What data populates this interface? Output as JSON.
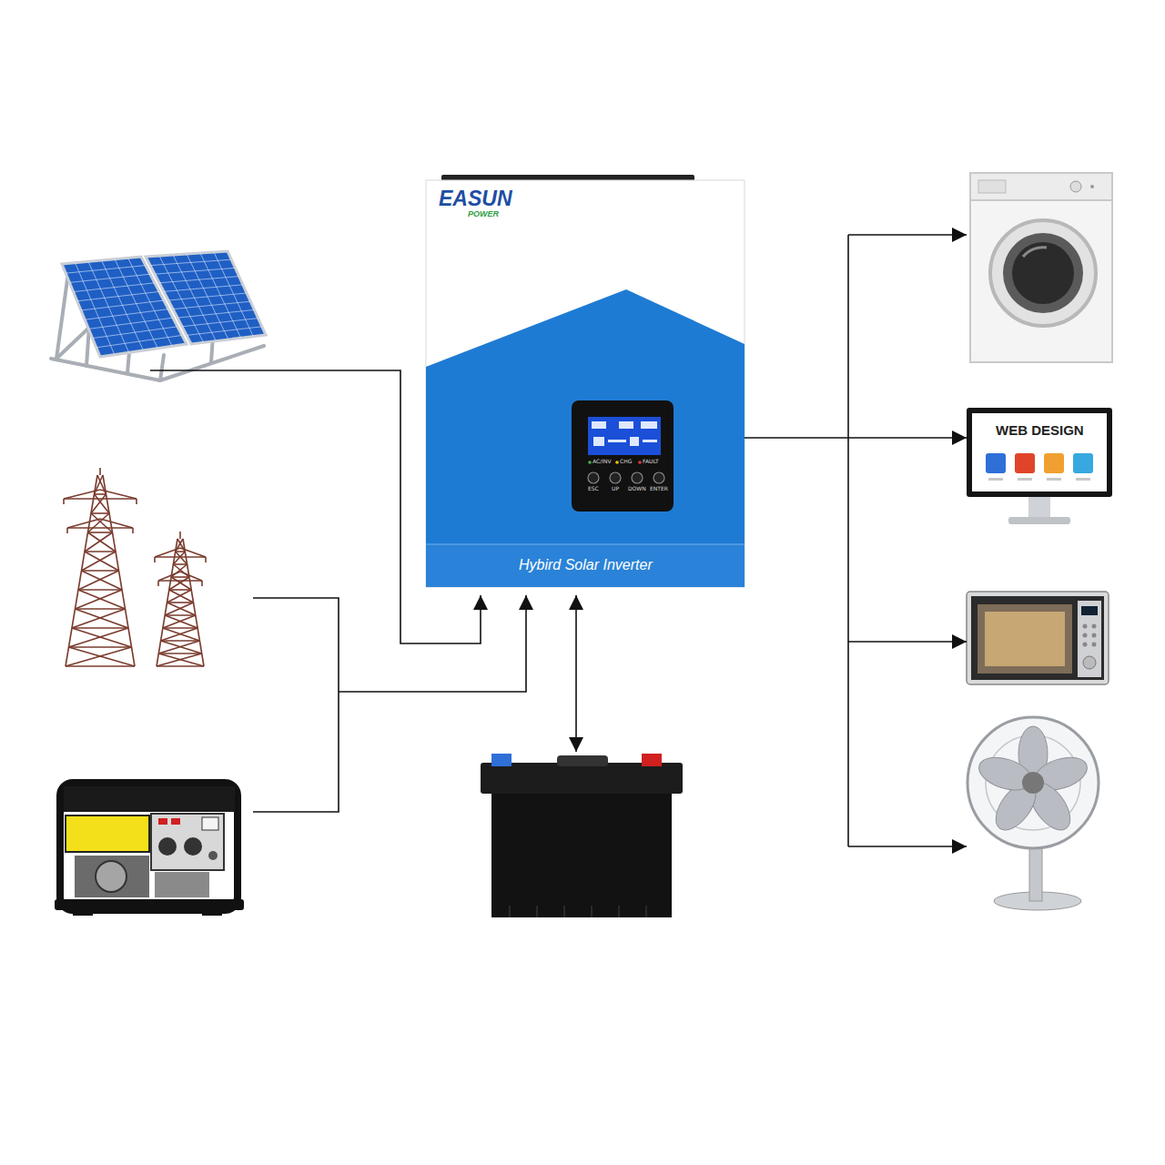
{
  "diagram": {
    "nodes": [
      {
        "text": [
          "EASUN",
          "POWER",
          "Hybird Solar Inverter"
        ]
      },
      {
        "text": [
          "WEB DESIGN"
        ]
      }
    ],
    "edges": [
      {
        "from": 0,
        "to": 1,
        "arrow": "to"
      }
    ],
    "labels": [
      "AC/INV",
      "CHG",
      "FAULT",
      "ESC",
      "UP",
      "DOWN",
      "ENTER"
    ]
  }
}
